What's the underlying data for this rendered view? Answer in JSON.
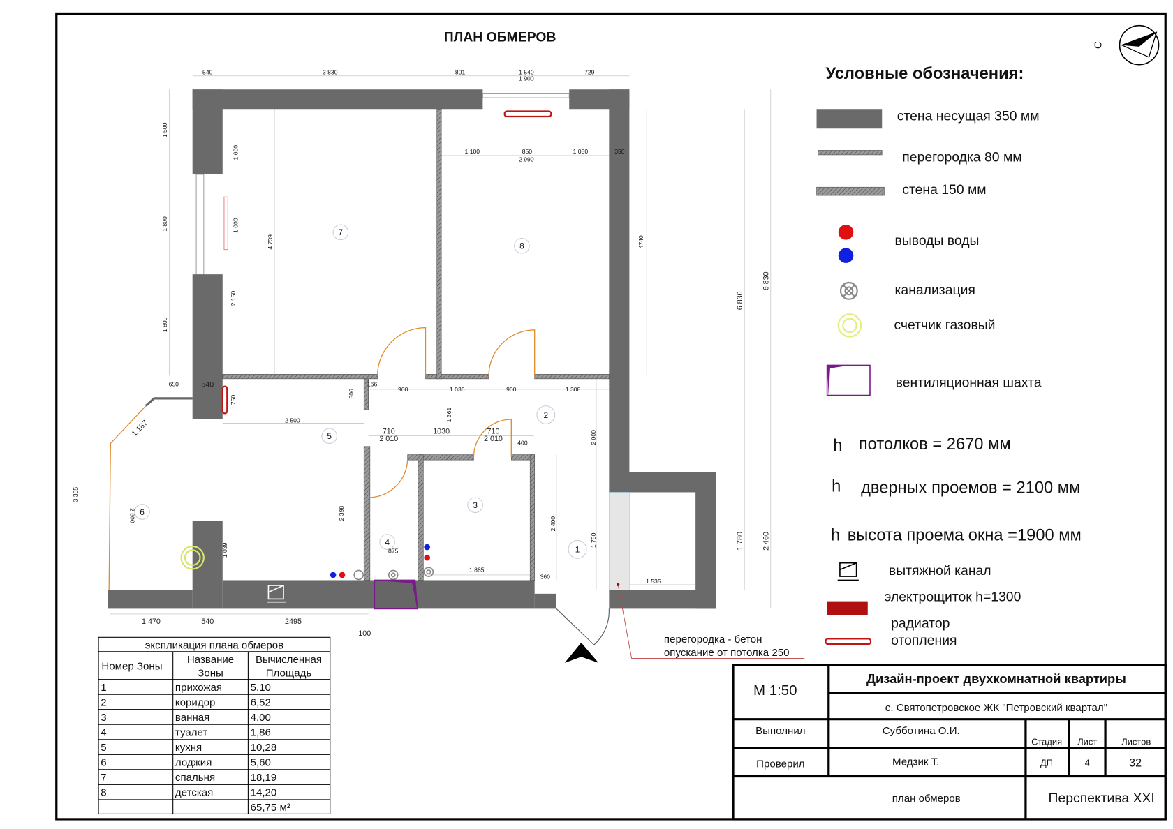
{
  "plan_title": "ПЛАН ОБМЕРОВ",
  "compass_label": "С",
  "legend": {
    "title": "Условные обозначения:",
    "items": [
      {
        "icon": "bearing-wall-swatch",
        "label": "стена несущая  350 мм"
      },
      {
        "icon": "partition-swatch",
        "label": "перегородка 80 мм"
      },
      {
        "icon": "wall-150-swatch",
        "label": "стена 150 мм"
      },
      {
        "icon": "water-outlets-icon",
        "label": "выводы воды"
      },
      {
        "icon": "sewer-icon",
        "label": "канализация"
      },
      {
        "icon": "gas-meter-icon",
        "label": "счетчик газовый"
      },
      {
        "icon": "vent-shaft-icon",
        "label": "вентиляционная шахта"
      }
    ],
    "heights": [
      {
        "h": "h",
        "label": "потолков  =  2670 мм"
      },
      {
        "h": "h",
        "label": "дверных проемов  =  2100 мм"
      },
      {
        "h": "h",
        "label": "высота проема окна =1900 мм"
      }
    ],
    "items2": [
      {
        "icon": "exhaust-channel-icon",
        "label": "вытяжной канал"
      },
      {
        "icon": "electrical-panel-icon",
        "label": "электрощиток h=1300"
      },
      {
        "icon": "radiator-icon",
        "label": "радиатор\nотопления",
        "line1": "радиатор",
        "line2": "отопления"
      }
    ],
    "colors": {
      "wall": "#6a6a6a",
      "water_hot": "#e01010",
      "water_cold": "#1020e0",
      "gas": "#e4ee7a",
      "vent": "#7a1a8a",
      "panel": "#b01010",
      "door": "#e08a2a"
    }
  },
  "rooms": [
    "1",
    "2",
    "3",
    "4",
    "5",
    "6",
    "7",
    "8"
  ],
  "dims": {
    "top": [
      "540",
      "3 830",
      "801",
      "1 540",
      "1 900",
      "729"
    ],
    "room8": [
      "1 100",
      "850",
      "1 050",
      "350",
      "2 990",
      "4740"
    ],
    "left": [
      "1 500",
      "1 800",
      "1 800",
      "1 600",
      "1 000",
      "2 150",
      "4 739",
      "3 365",
      "2 600",
      "1 039"
    ],
    "mid": [
      "650",
      "540",
      "750",
      "166",
      "506",
      "900",
      "1 036",
      "900",
      "1 308",
      "2 500",
      "1 361",
      "710",
      "2 010",
      "1030",
      "710",
      "2 010",
      "400",
      "1 187",
      "2 398",
      "875",
      "1 885",
      "360",
      "2 400",
      "2 000",
      "1 750",
      "1 535"
    ],
    "bottom": [
      "1 470",
      "540",
      "2495",
      "100"
    ],
    "right": [
      "6 830",
      "6 830",
      "1 780",
      "2 460"
    ]
  },
  "note": {
    "line1": "перегородка - бетон",
    "line2": "опускание от потолка 250"
  },
  "explication": {
    "title": "экспликация плана обмеров",
    "headers": [
      "Номер Зоны",
      "Название Зоны",
      "Вычисленная Площадь"
    ],
    "header_lines": [
      [
        "Номер Зоны"
      ],
      [
        "Название",
        "Зоны"
      ],
      [
        "Вычисленная",
        "Площадь"
      ]
    ],
    "rows": [
      [
        "1",
        "прихожая",
        "5,10"
      ],
      [
        "2",
        "коридор",
        "6,52"
      ],
      [
        "3",
        "ванная",
        "4,00"
      ],
      [
        "4",
        "туалет",
        "1,86"
      ],
      [
        "5",
        "кухня",
        "10,28"
      ],
      [
        "6",
        "лоджия",
        "5,60"
      ],
      [
        "7",
        "спальня",
        "18,19"
      ],
      [
        "8",
        "детская",
        "14,20"
      ]
    ],
    "total": "65,75 м²"
  },
  "title_block": {
    "scale": "М 1:50",
    "project": "Дизайн-проект двухкомнатной квартиры",
    "address": "с. Святопетровское ЖК \"Петровский квартал\"",
    "performed_label": "Выполнил",
    "performed_by": "Субботина О.И.",
    "checked_label": "Проверил",
    "checked_by": "Медзик Т.",
    "stage_label": "Стадия",
    "sheet_label": "Лист",
    "sheets_label": "Листов",
    "stage": "ДП",
    "sheet": "4",
    "sheets": "32",
    "sheet_name": "план обмеров",
    "company": "Перспектива XXI"
  }
}
